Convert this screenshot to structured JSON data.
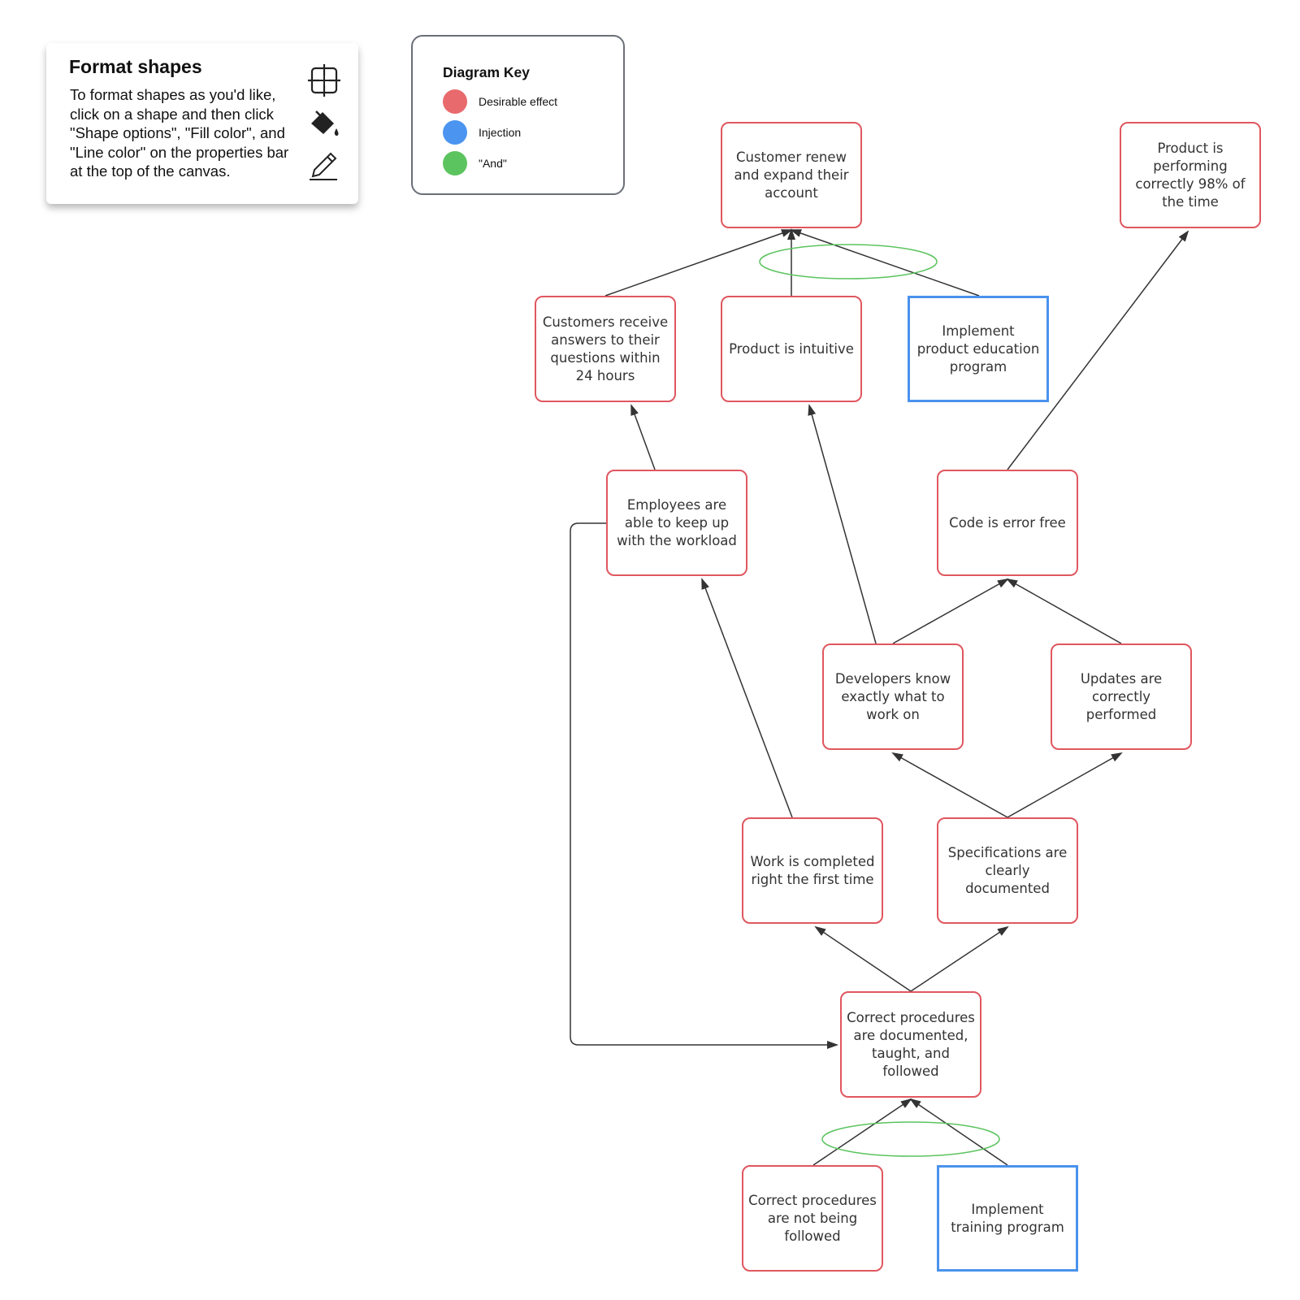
{
  "format_card": {
    "title": "Format shapes",
    "body": "To format shapes as you'd like, click on a shape and then click \"Shape options\", \"Fill color\", and \"Line color\" on the properties bar at the top of the canvas.",
    "icons": [
      "shape-options-icon",
      "fill-color-icon",
      "line-color-icon"
    ]
  },
  "key": {
    "title": "Diagram Key",
    "items": [
      {
        "label": "Desirable effect",
        "color": "#e86a6d"
      },
      {
        "label": "Injection",
        "color": "#4b95f1"
      },
      {
        "label": "\"And\"",
        "color": "#5cc45f"
      }
    ]
  },
  "nodes": {
    "customer_renew": "Customer renew and expand their account",
    "product_98": "Product is performing correctly 98% of the time",
    "customers_answers": "Customers receive answers to their questions within 24 hours",
    "product_intuitive": "Product is intuitive",
    "education_program": "Implement product education program",
    "employees_workload": "Employees are able to keep up with the workload",
    "code_error_free": "Code is error free",
    "developers_know": "Developers know exactly what to work on",
    "updates_performed": "Updates are correctly performed",
    "work_first_time": "Work is completed right the first time",
    "specs_documented": "Specifications are clearly documented",
    "procedures_followed": "Correct procedures are documented, taught, and followed",
    "procedures_not_followed": "Correct procedures are not being followed",
    "training_program": "Implement training program"
  },
  "colors": {
    "effect_border": "#e0575f",
    "injection_border": "#4a92ee",
    "and_ellipse": "#5cc45f",
    "connector": "#333333"
  }
}
